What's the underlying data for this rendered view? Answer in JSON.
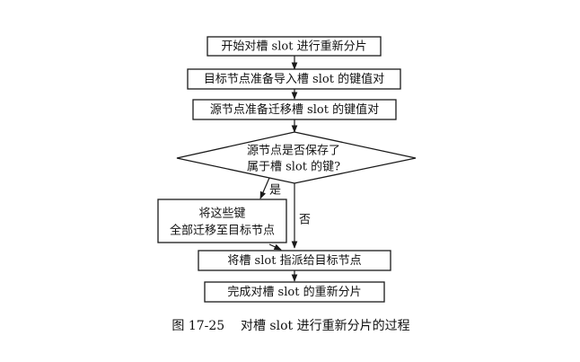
{
  "nodes": {
    "start": "开始对槽 slot 进行重新分片",
    "target_prepare": "目标节点准备导入槽 slot 的键值对",
    "source_prepare": "源节点准备迁移槽 slot 的键值对",
    "decision_line1": "源节点是否保存了",
    "decision_line2": "属于槽 slot 的键?",
    "migrate_line1": "将这些键",
    "migrate_line2": "全部迁移至目标节点",
    "assign": "将槽 slot 指派给目标节点",
    "finish": "完成对槽 slot 的重新分片"
  },
  "edges": {
    "yes_label": "是",
    "no_label": "否"
  },
  "caption": "图 17-25    对槽 slot 进行重新分片的过程"
}
